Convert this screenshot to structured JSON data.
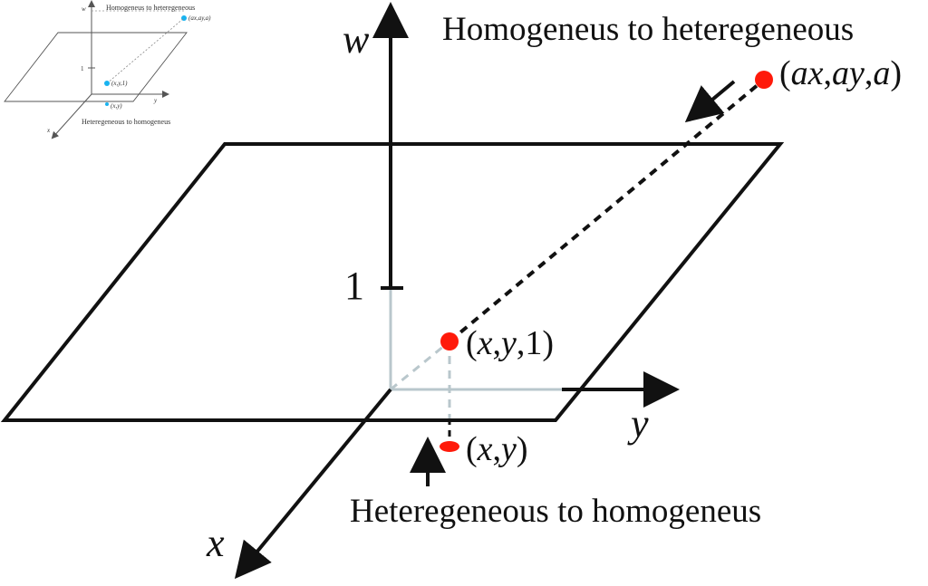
{
  "labels": {
    "axis_w": "w",
    "axis_x": "x",
    "axis_y": "y",
    "tick_one": "1",
    "caption_top": "Homogeneus to heteregeneous",
    "caption_bottom": "Heteregeneous to homogeneus",
    "point_far": {
      "open": "(",
      "ax": "ax",
      "comma1": ",",
      "ay": "ay",
      "comma2": ",",
      "a": "a",
      "close": ")"
    },
    "point_plane": {
      "open": "(",
      "x": "x",
      "comma1": ",",
      "y": "y",
      "comma2": ",",
      "one": "1",
      "close": ")"
    },
    "point_base": {
      "open": "(",
      "x": "x",
      "comma1": ",",
      "y": "y",
      "close": ")"
    }
  },
  "colors": {
    "ink": "#111111",
    "point": "#ff1a0a",
    "guide": "#b9c7cc",
    "thumb_point": "#19b3f0"
  },
  "thumbnail": {
    "caption_top": "Homogeneus to heteregeneous",
    "caption_bottom": "Heteregeneous to homogeneus",
    "point_far": "(ax,ay,a)",
    "point_plane": "(x,y,1)",
    "point_base": "(x,y)",
    "tick_one": "1",
    "axis_w": "w",
    "axis_x": "x",
    "axis_y": "y"
  }
}
